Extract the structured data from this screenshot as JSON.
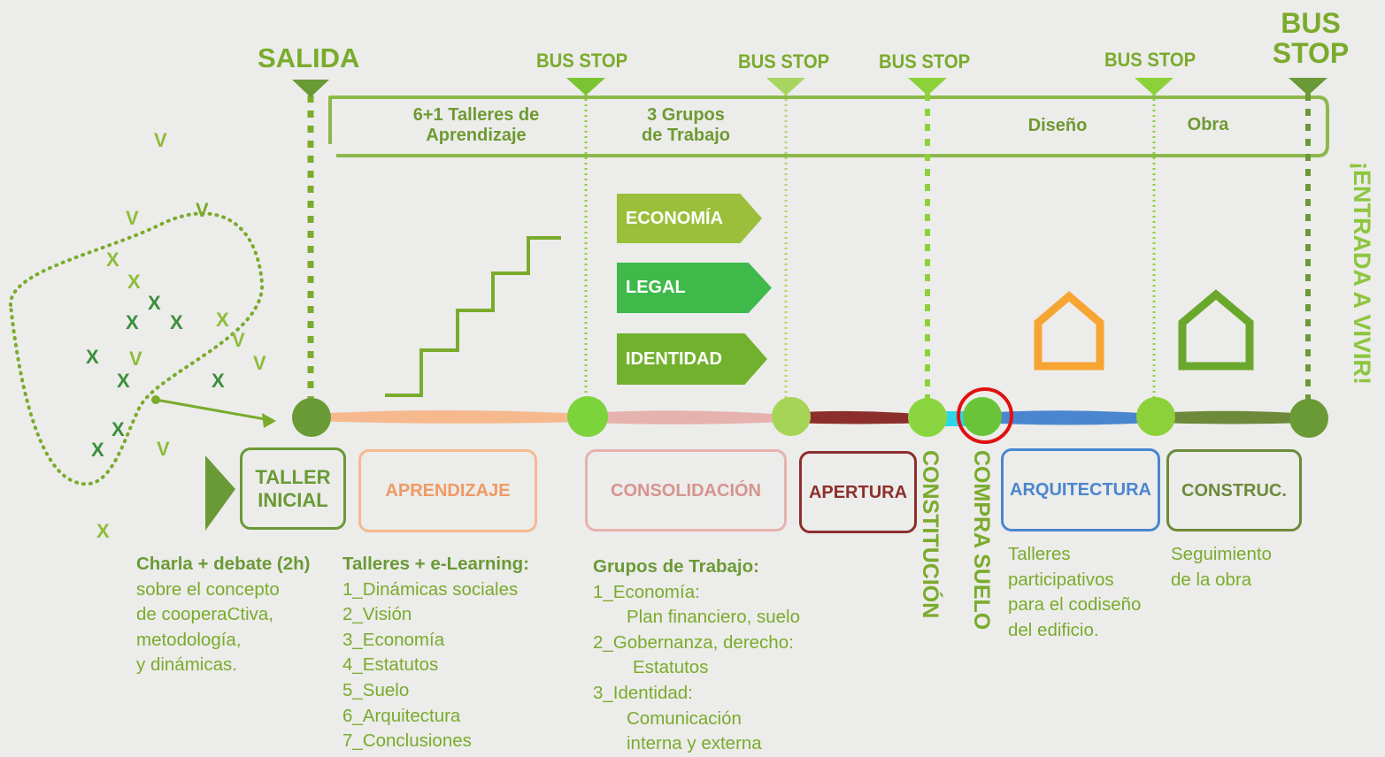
{
  "colors": {
    "green_main": "#7aab2c",
    "green_light": "#8dd13a",
    "green_dark": "#6a9a35",
    "aprendizaje": "#f6b98e",
    "consolidacion": "#e6b2ad",
    "apertura": "#8c2f2c",
    "arquitectura": "#4a86cf",
    "construc": "#6c8a3a",
    "house_orange": "#f7a532",
    "highlight_ring": "#e01010"
  },
  "header": {
    "salida": "SALIDA",
    "bus_stop_1": "BUS STOP",
    "bus_stop_2": "BUS STOP",
    "bus_stop_3": "BUS STOP",
    "bus_stop_4": "BUS STOP",
    "bus_stop_final_line1": "BUS",
    "bus_stop_final_line2": "STOP"
  },
  "top_band": {
    "talleres_line1": "6+1 Talleres de",
    "talleres_line2": "Aprendizaje",
    "grupos_line1": "3 Grupos",
    "grupos_line2": "de Trabajo",
    "diseno": "Diseño",
    "obra": "Obra"
  },
  "tags": [
    "ECONOMÍA",
    "LEGAL",
    "IDENTIDAD"
  ],
  "stages": {
    "taller_inicial_line1": "TALLER",
    "taller_inicial_line2": "INICIAL",
    "aprendizaje": "APRENDIZAJE",
    "consolidacion": "CONSOLIDACIÓN",
    "apertura": "APERTURA",
    "constitucion": "CONSTITUCIÓN",
    "compra_suelo": "COMPRA SUELO",
    "arquitectura": "ARQUITECTURA",
    "construc": "CONSTRUC."
  },
  "entrada": "¡ENTRADA A VIVIR!",
  "scatter_marks": {
    "v": "V",
    "x": "X"
  },
  "descriptions": {
    "taller": {
      "title": "Charla + debate (2h)",
      "lines": [
        "sobre el concepto",
        "de cooperaCtiva,",
        "metodología,",
        "y dinámicas."
      ]
    },
    "aprendizaje": {
      "title": "Talleres + e-Learning:",
      "lines": [
        "1_Dinámicas sociales",
        "2_Visión",
        "3_Economía",
        "4_Estatutos",
        "5_Suelo",
        "6_Arquitectura",
        "7_Conclusiones"
      ]
    },
    "grupos": {
      "title": "Grupos de Trabajo:",
      "lines": [
        "1_Economía:",
        "Plan financiero, suelo",
        "2_Gobernanza, derecho:",
        "Estatutos",
        "3_Identidad:",
        "Comunicación",
        "interna y externa"
      ]
    },
    "arquitectura": {
      "lines": [
        "Talleres",
        "participativos",
        "para el codiseño",
        "del edificio."
      ]
    },
    "construc": {
      "lines": [
        "Seguimiento",
        "de la obra"
      ]
    }
  }
}
